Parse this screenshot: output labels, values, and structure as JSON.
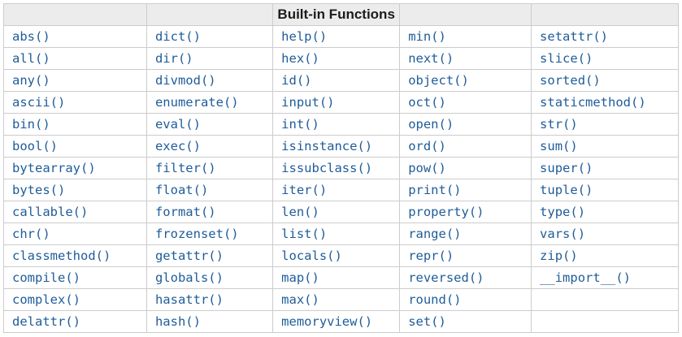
{
  "table": {
    "title": "Built-in Functions",
    "colors": {
      "link": "#1f5c99",
      "border": "#cccccc",
      "header_bg": "#ececec",
      "header_text": "#1c1c1c"
    },
    "columns": 5,
    "rows": [
      [
        "abs()",
        "dict()",
        "help()",
        "min()",
        "setattr()"
      ],
      [
        "all()",
        "dir()",
        "hex()",
        "next()",
        "slice()"
      ],
      [
        "any()",
        "divmod()",
        "id()",
        "object()",
        "sorted()"
      ],
      [
        "ascii()",
        "enumerate()",
        "input()",
        "oct()",
        "staticmethod()"
      ],
      [
        "bin()",
        "eval()",
        "int()",
        "open()",
        "str()"
      ],
      [
        "bool()",
        "exec()",
        "isinstance()",
        "ord()",
        "sum()"
      ],
      [
        "bytearray()",
        "filter()",
        "issubclass()",
        "pow()",
        "super()"
      ],
      [
        "bytes()",
        "float()",
        "iter()",
        "print()",
        "tuple()"
      ],
      [
        "callable()",
        "format()",
        "len()",
        "property()",
        "type()"
      ],
      [
        "chr()",
        "frozenset()",
        "list()",
        "range()",
        "vars()"
      ],
      [
        "classmethod()",
        "getattr()",
        "locals()",
        "repr()",
        "zip()"
      ],
      [
        "compile()",
        "globals()",
        "map()",
        "reversed()",
        "__import__()"
      ],
      [
        "complex()",
        "hasattr()",
        "max()",
        "round()",
        ""
      ],
      [
        "delattr()",
        "hash()",
        "memoryview()",
        "set()",
        ""
      ]
    ]
  }
}
